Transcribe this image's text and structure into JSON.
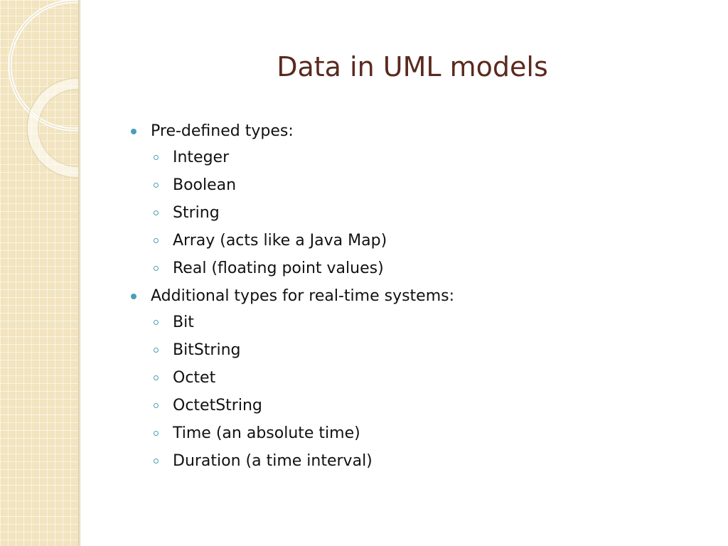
{
  "slide": {
    "title": "Data in UML models",
    "bullets": [
      {
        "text": "Pre-defined types:",
        "items": [
          "Integer",
          "Boolean",
          "String",
          "Array (acts like a Java Map)",
          "Real (floating point values)"
        ]
      },
      {
        "text": "Additional types for real-time systems:",
        "items": [
          "Bit",
          "BitString",
          "Octet",
          "OctetString",
          "Time (an absolute time)",
          "Duration (a time interval)"
        ]
      }
    ]
  },
  "colors": {
    "title": "#5a2a1e",
    "bullet": "#4a9fb6",
    "side_panel": "#f1e4bf"
  }
}
